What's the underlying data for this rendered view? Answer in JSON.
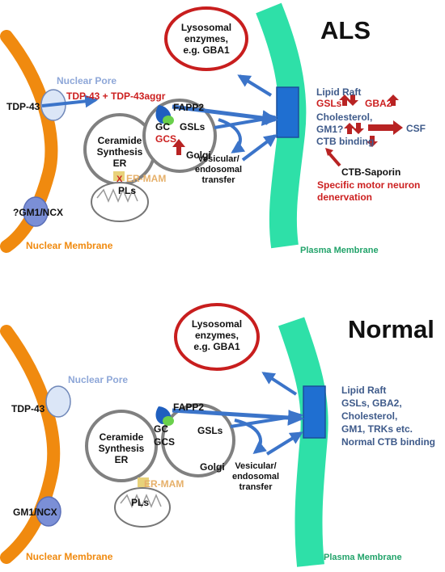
{
  "colors": {
    "nuclear_membrane": "#f08a0f",
    "plasma_membrane": "#2ee0a8",
    "raft": "#1f6fd1",
    "lysosome": "#c81e1e",
    "arrow": "#3b74c9",
    "red_text": "#cc2020",
    "red_arrow": "#b82323",
    "text_blue": "#3e5a8a",
    "pore": "#dbe6f7",
    "pore_label": "#8ea7d8",
    "ncx": "#7b8fd6",
    "er_mam": "#e8d27a",
    "er_mam_label": "#e6b06a",
    "pm_label": "#22a36a",
    "fapp2_blue": "#1f5fbf",
    "fapp2_green": "#6ad04c"
  },
  "als": {
    "title": "ALS",
    "lysosome_line1": "Lysosomal",
    "lysosome_line2": "enzymes,",
    "lysosome_line3": "e.g. GBA1",
    "nuclear_pore": "Nuclear Pore",
    "tdp43": "TDP-43",
    "tdp43_aggr": "TDP-43 + TDP-43aggr",
    "fapp2": "FAPP2",
    "gc": "GC",
    "gsls": "GSLs",
    "gcs": "GCS",
    "golgi": "Golgi",
    "ceramide_line1": "Ceramide",
    "ceramide_line2": "Synthesis",
    "ceramide_line3": "ER",
    "er_mam": "ER-MAM",
    "x_mark": "X",
    "pls": "PLs",
    "gm1_ncx": "?GM1/NCX",
    "nuclear_membrane": "Nuclear Membrane",
    "vesicular_line1": "Vesicular/",
    "vesicular_line2": "endosomal",
    "vesicular_line3": "transfer",
    "lipid_raft": "Lipid Raft",
    "raft_gsls": "GSLs",
    "raft_gba2": "GBA2",
    "raft_cholesterol": "Cholesterol,",
    "raft_gm1": "GM1?",
    "raft_ctb": "CTB binding",
    "csf": "CSF",
    "ctb_saporin": "CTB-Saporin",
    "denervation_line1": "Specific motor neuron",
    "denervation_line2": "denervation",
    "plasma_membrane": "Plasma Membrane"
  },
  "normal": {
    "title": "Normal",
    "lysosome_line1": "Lysosomal",
    "lysosome_line2": "enzymes,",
    "lysosome_line3": "e.g. GBA1",
    "nuclear_pore": "Nuclear Pore",
    "tdp43": "TDP-43",
    "fapp2": "FAPP2",
    "gc": "GC",
    "gcs": "GCS",
    "gsls": "GSLs",
    "golgi": "Golgi",
    "ceramide_line1": "Ceramide",
    "ceramide_line2": "Synthesis",
    "ceramide_line3": "ER",
    "er_mam": "ER-MAM",
    "pls": "PLs",
    "gm1_ncx": "GM1/NCX",
    "nuclear_membrane": "Nuclear Membrane",
    "vesicular_line1": "Vesicular/",
    "vesicular_line2": "endosomal",
    "vesicular_line3": "transfer",
    "raft_line1": "Lipid Raft",
    "raft_line2": "GSLs, GBA2,",
    "raft_line3": "Cholesterol,",
    "raft_line4": "GM1, TRKs etc.",
    "raft_line5": "Normal CTB binding",
    "plasma_membrane": "Plasma Membrane"
  }
}
